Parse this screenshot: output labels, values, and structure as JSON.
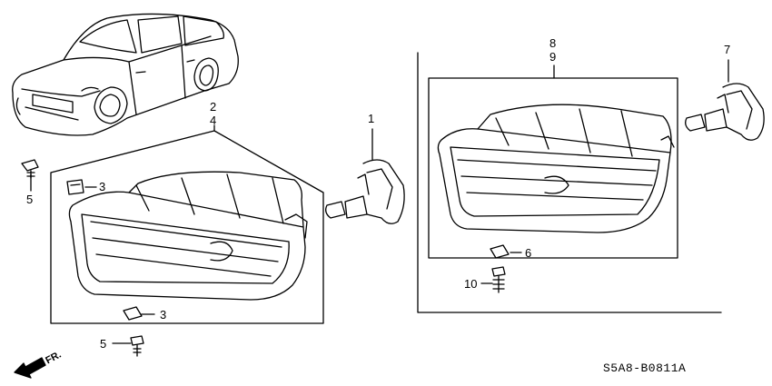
{
  "diagram": {
    "callouts": {
      "c1": "1",
      "c2": "2",
      "c3_top": "3",
      "c3_bottom": "3",
      "c4": "4",
      "c5_left": "5",
      "c5_bottom": "5",
      "c6": "6",
      "c7": "7",
      "c8": "8",
      "c9": "9",
      "c10": "10"
    },
    "direction_label": "FR.",
    "diagram_code": "S5A8-B0811A",
    "icons": {
      "direction": "arrow-left-down-icon"
    }
  }
}
